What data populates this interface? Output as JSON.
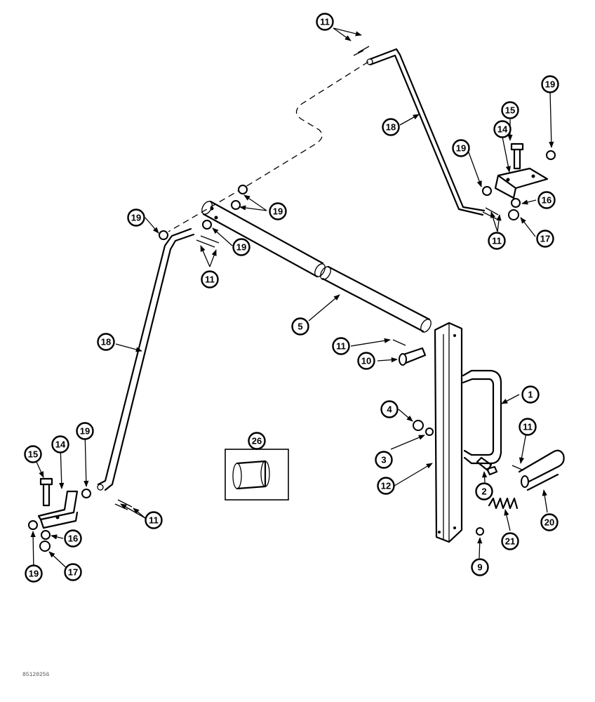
{
  "figure_code": "85120256",
  "callouts": [
    "1",
    "2",
    "3",
    "4",
    "5",
    "9",
    "10",
    "11",
    "12",
    "14",
    "15",
    "16",
    "17",
    "18",
    "19",
    "20",
    "21",
    "26"
  ]
}
